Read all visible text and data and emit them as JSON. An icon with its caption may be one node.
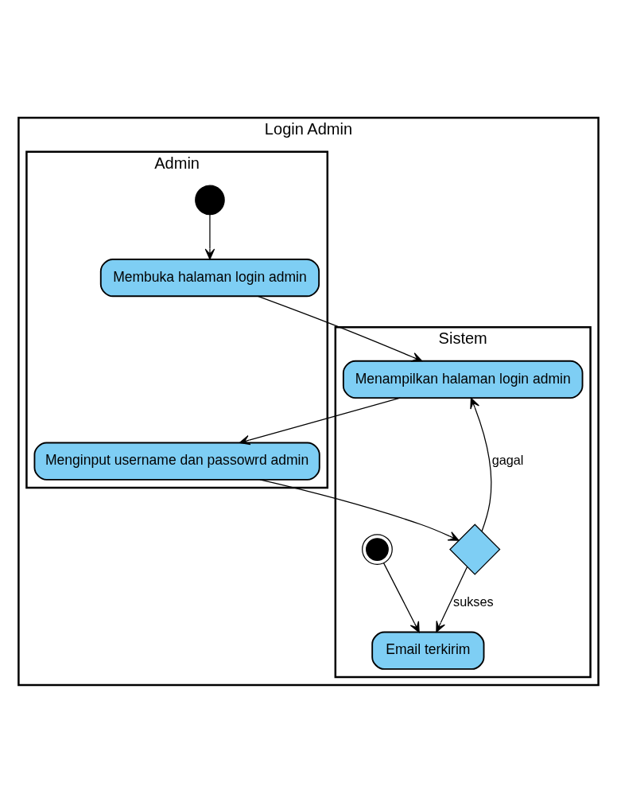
{
  "diagram": {
    "nodes": [
      {
        "text": [
          "Login Admin"
        ]
      },
      {
        "text": [
          "Admin"
        ],
        "in": 0
      },
      {
        "text": [
          "Sistem"
        ],
        "in": 0
      },
      {
        "text": [],
        "shape": "circle",
        "in": 1
      },
      {
        "text": [
          "Membuka halaman login admin"
        ],
        "in": 1
      },
      {
        "text": [
          "Menginput username dan passowrd admin"
        ],
        "in": 1
      },
      {
        "text": [
          "Menampilkan halaman login admin"
        ],
        "in": 2
      },
      {
        "text": [],
        "shape": "diamond",
        "in": 2
      },
      {
        "text": [
          "Email terkirim"
        ],
        "in": 2
      },
      {
        "text": [],
        "shape": "circle",
        "in": 2
      }
    ],
    "edges": [
      {
        "from": 3,
        "to": 4,
        "arrow": "to"
      },
      {
        "from": 4,
        "to": 6,
        "arrow": "to"
      },
      {
        "from": 6,
        "to": 5,
        "arrow": "to"
      },
      {
        "from": 5,
        "to": 7,
        "arrow": "to"
      },
      {
        "from": 7,
        "to": 6,
        "arrow": "to",
        "label": "gagal"
      },
      {
        "from": 7,
        "to": 8,
        "arrow": "to",
        "label": "sukses"
      },
      {
        "from": 9,
        "to": 8,
        "arrow": "to"
      }
    ]
  }
}
